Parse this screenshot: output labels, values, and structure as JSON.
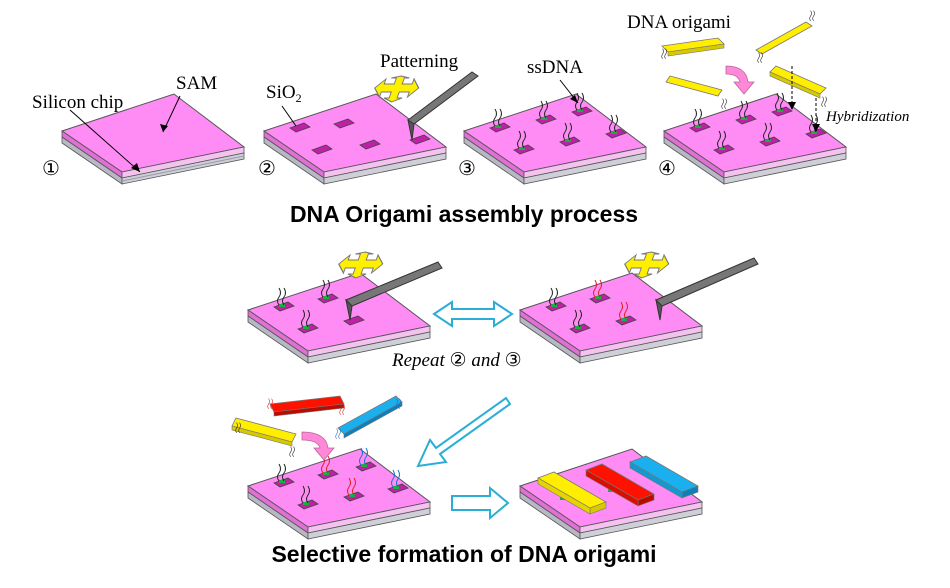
{
  "titles": {
    "assembly": "DNA Origami assembly process",
    "selective": "Selective formation of DNA origami"
  },
  "labels": {
    "silicon_chip": "Silicon chip",
    "sam": "SAM",
    "sio2": "SiO",
    "sio2_sub": "2",
    "patterning": "Patterning",
    "ssdna": "ssDNA",
    "dna_origami": "DNA origami",
    "hybridization": "Hybridization",
    "repeat_prefix": "Repeat ",
    "repeat_a": "②",
    "repeat_mid": " and ",
    "repeat_b": "③"
  },
  "steps": [
    "①",
    "②",
    "③",
    "④"
  ],
  "colors": {
    "sam": "#ff8cf5",
    "sam_side": "#e070d6",
    "oxide": "#f2f2f2",
    "silicon": "#b8b8c4",
    "stripe": "#9a9aa8",
    "well": "#c020a8",
    "dna_green": "#22aa44",
    "probe": "#555555",
    "origami_yellow": "#ffee00",
    "origami_red": "#ff1100",
    "origami_blue": "#1ab0f0",
    "arrow_blue": "#2aaed6",
    "arrow_pink": "#ff88d8"
  }
}
